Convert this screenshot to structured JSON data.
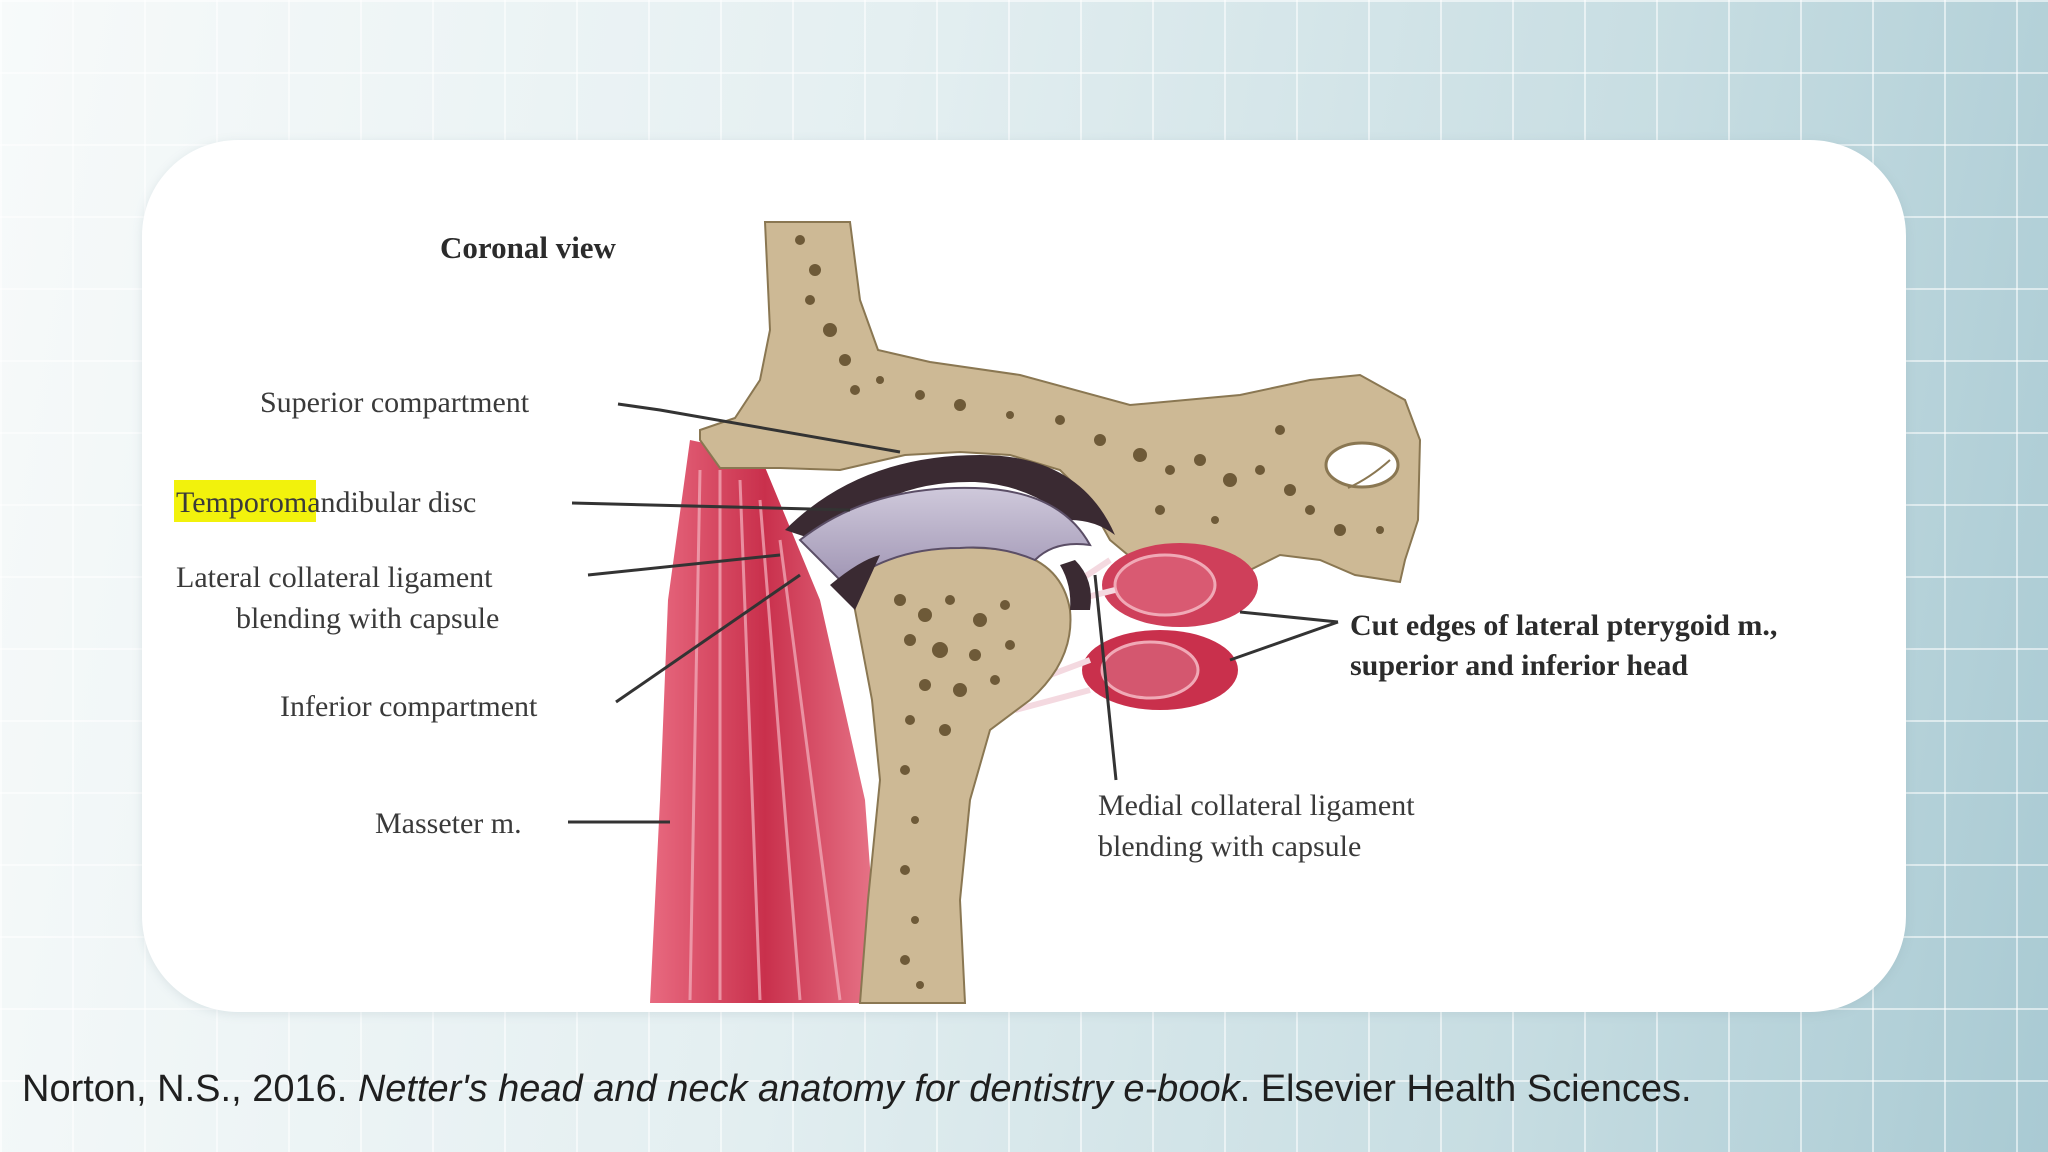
{
  "diagram": {
    "view_title": "Coronal view",
    "labels": {
      "superior_compartment": "Superior compartment",
      "disc_highlight": "Temporo",
      "disc_rest": "mandibular disc",
      "lateral_ligament_line1": "Lateral collateral ligament",
      "lateral_ligament_line2": "blending with capsule",
      "inferior_compartment": "Inferior compartment",
      "masseter": "Masseter m.",
      "medial_ligament_line1": "Medial collateral ligament",
      "medial_ligament_line2": "blending with capsule",
      "pterygoid_line1": "Cut edges of lateral pterygoid m.,",
      "pterygoid_line2": "superior and inferior head"
    },
    "colors": {
      "bone": "#cdb995",
      "bone_spots": "#6e5a38",
      "muscle": "#cf3f5a",
      "disc": "#b8afc8",
      "highlight": "#f2f20c"
    }
  },
  "citation": {
    "authors_year": "Norton, N.S., 2016. ",
    "title": "Netter's head and neck anatomy for dentistry e-book",
    "publisher": ". Elsevier Health Sciences."
  }
}
